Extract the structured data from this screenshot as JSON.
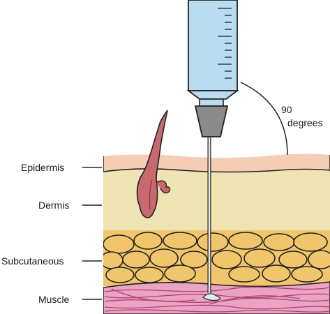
{
  "labels": {
    "epidermis": "Epidermis",
    "dermis": "Dermis",
    "subcutaneous": "Subcutaneous",
    "muscle": "Muscle"
  },
  "angle": {
    "value": "90",
    "unit": "degrees"
  },
  "colors": {
    "epidermis": "#f5cdb4",
    "dermis": "#ede3b3",
    "fat": "#f1c56c",
    "muscle": "#eaa3c2",
    "muscle_line": "#b13f79",
    "hair": "#c8686f",
    "syringe_barrel": "#b9dcf0",
    "hub": "#8a8a8a"
  },
  "icons": {
    "syringe": "syringe-icon",
    "hair_follicle": "hair-follicle-icon"
  }
}
